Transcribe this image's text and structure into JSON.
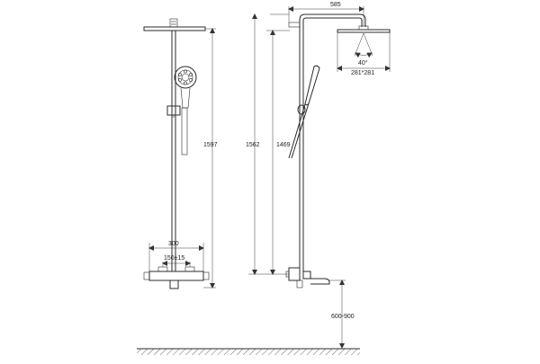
{
  "drawing": {
    "front_view": {
      "overall_height": "1597",
      "mixer_width": "300",
      "inlet_spacing": "150±15"
    },
    "side_view": {
      "arm_reach": "585",
      "height_to_head": "1562",
      "height_to_holder": "1469",
      "spray_angle": "40°",
      "head_size": "281*281",
      "mount_height": "600-900"
    }
  }
}
